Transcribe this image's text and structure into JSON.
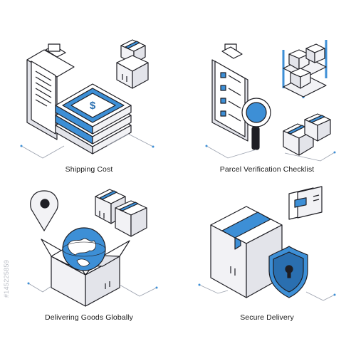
{
  "captions": {
    "tl": "Shipping Cost",
    "tr": "Parcel Verification Checklist",
    "bl": "Delivering Goods Globally",
    "br": "Secure Delivery"
  },
  "watermark": {
    "id": "#145225859"
  },
  "icons": {
    "tl": [
      "clipboard-icon",
      "cash-stack-icon",
      "dollar-sign-icon",
      "box-stack-icon"
    ],
    "tr": [
      "checklist-clipboard-icon",
      "magnifier-icon",
      "warehouse-shelf-icon",
      "boxes-icon"
    ],
    "bl": [
      "location-pin-icon",
      "globe-icon",
      "open-box-icon",
      "boxes-icon"
    ],
    "br": [
      "parcel-box-icon",
      "shield-lock-icon",
      "chat-bubble-icon"
    ]
  },
  "colors": {
    "accent": "#3d8fd6",
    "accent_dark": "#2a6fb0",
    "line": "#1e1e24",
    "fill_light": "#f2f2f5",
    "fill_mid": "#e3e4ea"
  }
}
